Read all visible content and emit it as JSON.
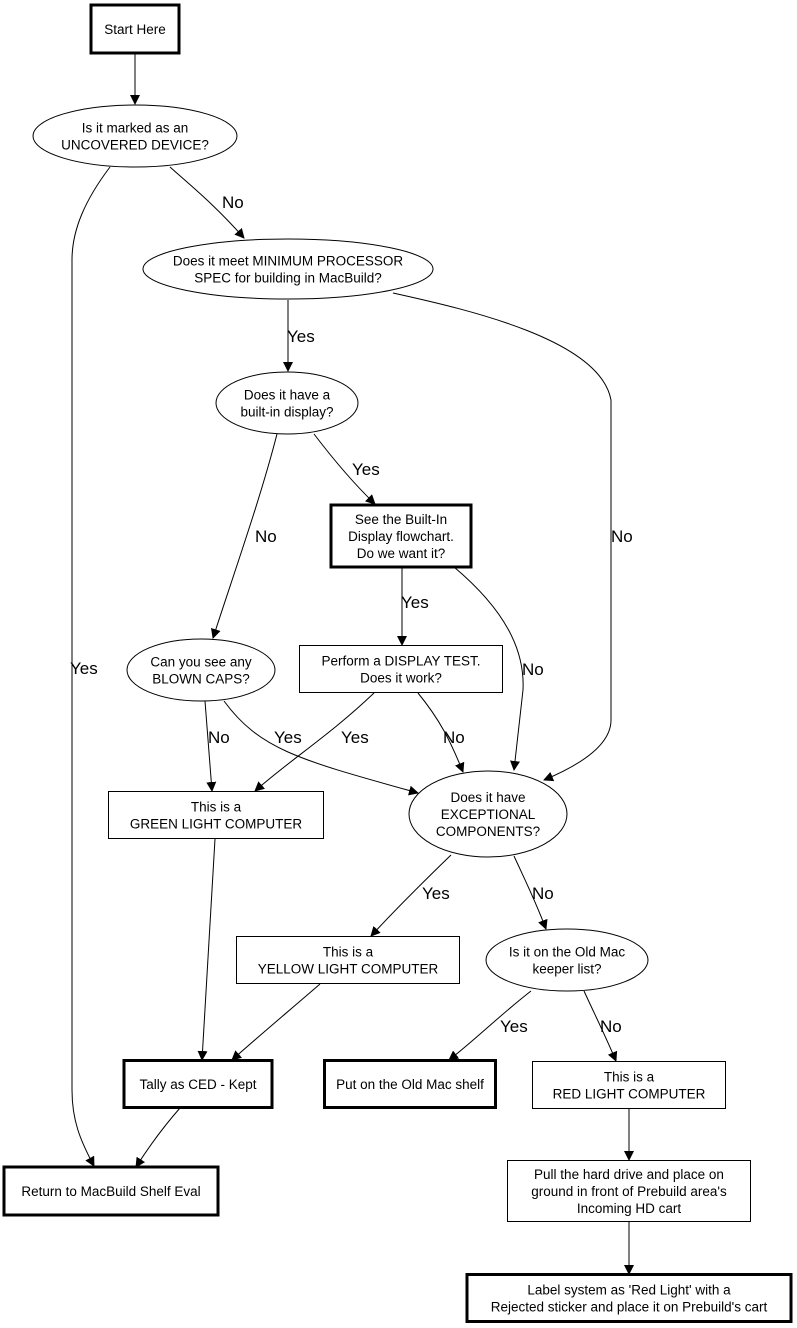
{
  "diagram": {
    "type": "flowchart",
    "nodes": [
      {
        "id": "start",
        "shape": "box",
        "bold": true,
        "lines": [
          "Start Here"
        ]
      },
      {
        "id": "uncovered",
        "shape": "ellipse",
        "lines": [
          "Is it marked as an",
          "UNCOVERED DEVICE?"
        ]
      },
      {
        "id": "minspec",
        "shape": "ellipse",
        "lines": [
          "Does it meet MINIMUM PROCESSOR",
          "SPEC for building in MacBuild?"
        ]
      },
      {
        "id": "builtin",
        "shape": "ellipse",
        "lines": [
          "Does it have a",
          "built-in display?"
        ]
      },
      {
        "id": "seebuiltin",
        "shape": "box",
        "bold": true,
        "lines": [
          "See the Built-In",
          "Display flowchart.",
          "Do we want it?"
        ]
      },
      {
        "id": "blowncaps",
        "shape": "ellipse",
        "lines": [
          "Can you see any",
          "BLOWN CAPS?"
        ]
      },
      {
        "id": "displaytest",
        "shape": "box",
        "lines": [
          "Perform a DISPLAY TEST.",
          "Does it work?"
        ]
      },
      {
        "id": "green",
        "shape": "box",
        "lines": [
          "This is a",
          "GREEN LIGHT COMPUTER"
        ]
      },
      {
        "id": "exceptional",
        "shape": "ellipse",
        "lines": [
          "Does it have",
          "EXCEPTIONAL",
          "COMPONENTS?"
        ]
      },
      {
        "id": "yellow",
        "shape": "box",
        "lines": [
          "This is a",
          "YELLOW LIGHT COMPUTER"
        ]
      },
      {
        "id": "oldmac",
        "shape": "ellipse",
        "lines": [
          "Is it on the Old Mac",
          "keeper list?"
        ]
      },
      {
        "id": "tally",
        "shape": "box",
        "bold": true,
        "lines": [
          "Tally as CED - Kept"
        ]
      },
      {
        "id": "oldmacshelf",
        "shape": "box",
        "bold": true,
        "lines": [
          "Put on the Old Mac shelf"
        ]
      },
      {
        "id": "red",
        "shape": "box",
        "lines": [
          "This is a",
          "RED LIGHT COMPUTER"
        ]
      },
      {
        "id": "return",
        "shape": "box",
        "bold": true,
        "lines": [
          "Return to MacBuild Shelf Eval"
        ]
      },
      {
        "id": "pullhd",
        "shape": "box",
        "lines": [
          "Pull the hard drive and place on",
          "ground in front of Prebuild area's",
          "Incoming HD cart"
        ]
      },
      {
        "id": "labelred",
        "shape": "box",
        "bold": true,
        "lines": [
          "Label system as 'Red Light' with a",
          "Rejected sticker and place it on Prebuild's cart"
        ]
      }
    ],
    "edges": [
      {
        "from": "start",
        "to": "uncovered",
        "label": ""
      },
      {
        "from": "uncovered",
        "to": "minspec",
        "label": "No"
      },
      {
        "from": "uncovered",
        "to": "return",
        "label": "Yes"
      },
      {
        "from": "minspec",
        "to": "builtin",
        "label": "Yes"
      },
      {
        "from": "minspec",
        "to": "exceptional",
        "label": "No"
      },
      {
        "from": "builtin",
        "to": "seebuiltin",
        "label": "Yes"
      },
      {
        "from": "builtin",
        "to": "blowncaps",
        "label": "No"
      },
      {
        "from": "seebuiltin",
        "to": "displaytest",
        "label": "Yes"
      },
      {
        "from": "seebuiltin",
        "to": "exceptional",
        "label": "No"
      },
      {
        "from": "blowncaps",
        "to": "green",
        "label": "No"
      },
      {
        "from": "blowncaps",
        "to": "exceptional",
        "label": "Yes"
      },
      {
        "from": "displaytest",
        "to": "green",
        "label": "Yes"
      },
      {
        "from": "displaytest",
        "to": "exceptional",
        "label": "No"
      },
      {
        "from": "green",
        "to": "tally",
        "label": ""
      },
      {
        "from": "exceptional",
        "to": "yellow",
        "label": "Yes"
      },
      {
        "from": "exceptional",
        "to": "oldmac",
        "label": "No"
      },
      {
        "from": "yellow",
        "to": "tally",
        "label": ""
      },
      {
        "from": "oldmac",
        "to": "oldmacshelf",
        "label": "Yes"
      },
      {
        "from": "oldmac",
        "to": "red",
        "label": "No"
      },
      {
        "from": "tally",
        "to": "return",
        "label": ""
      },
      {
        "from": "red",
        "to": "pullhd",
        "label": ""
      },
      {
        "from": "pullhd",
        "to": "labelred",
        "label": ""
      }
    ]
  }
}
